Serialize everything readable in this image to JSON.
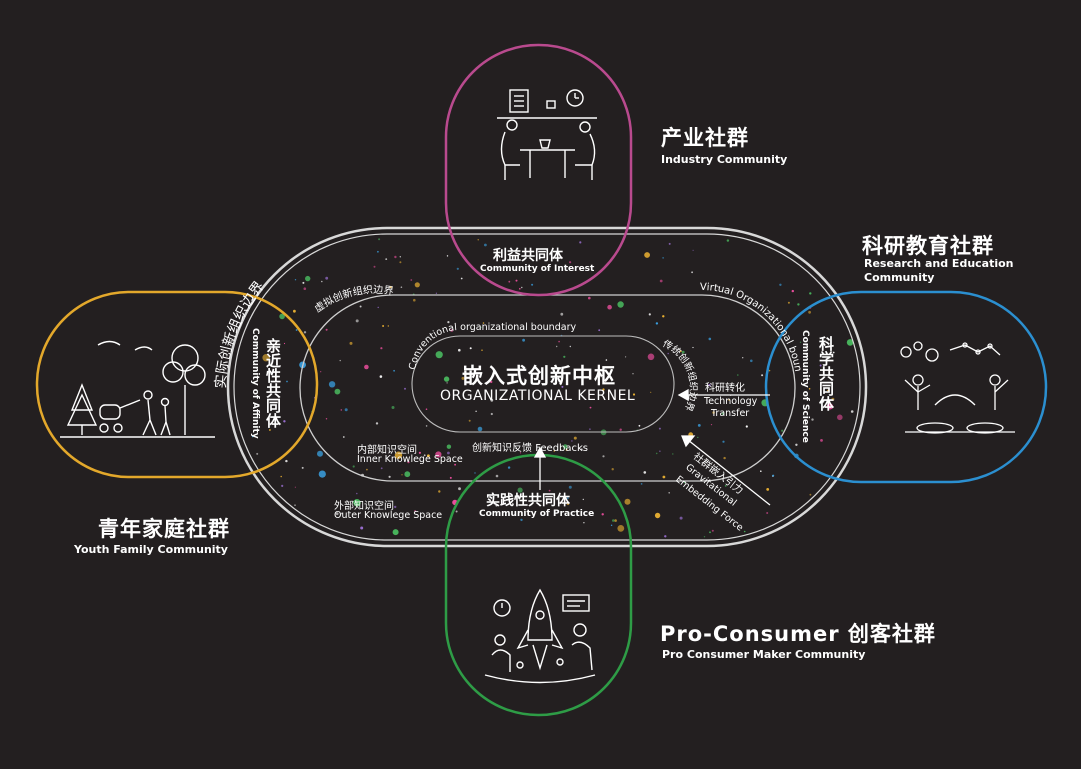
{
  "outer_boundary_label": "实际创新组织边界",
  "virtual_boundary_label": "虚拟创新组织边界",
  "virtual_boundary_en": "Virtual Organizational boundary",
  "conventional_boundary_en": "Conventional organizational boundary",
  "traditional_boundary_cn": "传统创新组织边界",
  "kernel": {
    "cn": "嵌入式创新中枢",
    "en": "ORGANIZATIONAL KERNEL"
  },
  "inner_space": {
    "cn": "内部知识空间",
    "en": "Inner Knowlege Space"
  },
  "outer_space": {
    "cn": "外部知识空间",
    "en": "Outer Knowlege Space"
  },
  "feedback": {
    "cn": "创新知识反馈",
    "en": "Feedbacks"
  },
  "tech_transfer": {
    "cn": "科研转化",
    "en1": "Technology",
    "en2": "Transfer"
  },
  "embedding": {
    "cn": "社群嵌入引力",
    "en1": "Gravitational",
    "en2": "Embedding Force"
  },
  "communities": {
    "industry": {
      "cn": "产业社群",
      "en": "Industry Community",
      "inner_cn": "利益共同体",
      "inner_en": "Community of Interest",
      "color": "#b94a8e",
      "icon": "office-meeting-icon"
    },
    "research": {
      "cn": "科研教育社群",
      "en1": "Research and Education",
      "en2": "Community",
      "inner_cn": "科学共同体",
      "inner_en": "Community of Science",
      "color": "#2b8fd0",
      "icon": "science-lab-icon"
    },
    "youth": {
      "cn": "青年家庭社群",
      "en": "Youth Family Community",
      "inner_cn": "亲近性共同体",
      "inner_en": "Community of Affinity",
      "color": "#e3a82b",
      "icon": "family-park-icon"
    },
    "maker": {
      "cn": "Pro-Consumer 创客社群",
      "en": "Pro Consumer Maker Community",
      "inner_cn": "实践性共同体",
      "inner_en": "Community of Practice",
      "color": "#2e9c46",
      "icon": "rocket-maker-icon"
    }
  }
}
